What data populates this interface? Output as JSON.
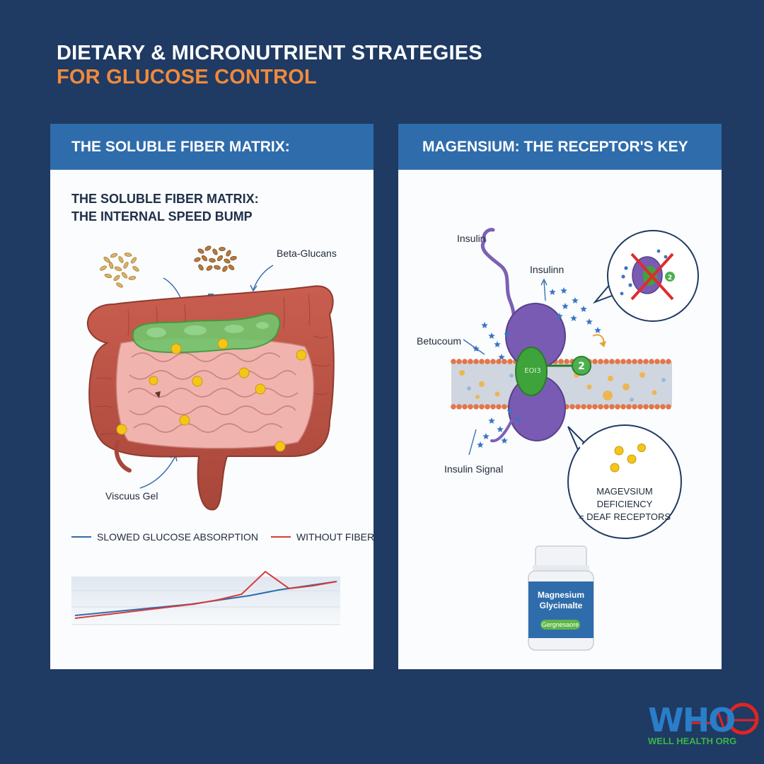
{
  "title": {
    "line1": "DIETARY & MICRONUTRIENT STRATEGIES",
    "line2": "FOR GLUCOSE CONTROL"
  },
  "left_panel": {
    "header": "THE SOLUBLE FIBER MATRIX:",
    "subtitle_line1": "THE SOLUBLE FIBER MATRIX:",
    "subtitle_line2": "THE INTERNAL SPEED BUMP",
    "labels": {
      "beta_glucans": "Beta-Glucans",
      "viscous_gel": "Viscuus Gel"
    },
    "legend": {
      "slowed": "SLOWED GLUCOSE ABSORPTION",
      "without": "WITHOUT FIBER"
    },
    "chart_data": {
      "type": "line",
      "series": [
        {
          "name": "SLOWED GLUCOSE ABSORPTION",
          "color": "#2f6cab",
          "values": [
            5,
            7,
            9,
            11,
            13,
            16,
            19,
            23,
            26,
            29
          ]
        },
        {
          "name": "WITHOUT FIBER",
          "color": "#d93a3a",
          "values": [
            3,
            5,
            7,
            9,
            11,
            13,
            16,
            20,
            36,
            24,
            26,
            29
          ]
        }
      ],
      "grid": true
    }
  },
  "right_panel": {
    "header": "MAGENSIUM: THE RECEPTOR'S KEY",
    "labels": {
      "insulin": "Insulin",
      "insulinn": "Insulinn",
      "betucoum": "Betucoum",
      "insulin_signal": "Insulin Signal",
      "receptor_text": "EOI3",
      "mg_badge": "2",
      "mg_badge_small": "2"
    },
    "callout": {
      "line1": "MAGEVSIUM DEFICIENCY",
      "line2": "= DEAF RECEPTORS"
    },
    "bottle": {
      "name_line1": "Magnesium",
      "name_line2": "Glycimalte",
      "pill": "Gergnesaore"
    }
  },
  "logo": {
    "letters": "WHO",
    "subtitle": "WELL HEALTH ORG"
  },
  "colors": {
    "background": "#1f3a63",
    "panel_header": "#2f6cab",
    "accent_orange": "#f08a3c",
    "logo_blue": "#2a7dc9",
    "logo_green": "#39b54a",
    "logo_red": "#e02424"
  }
}
